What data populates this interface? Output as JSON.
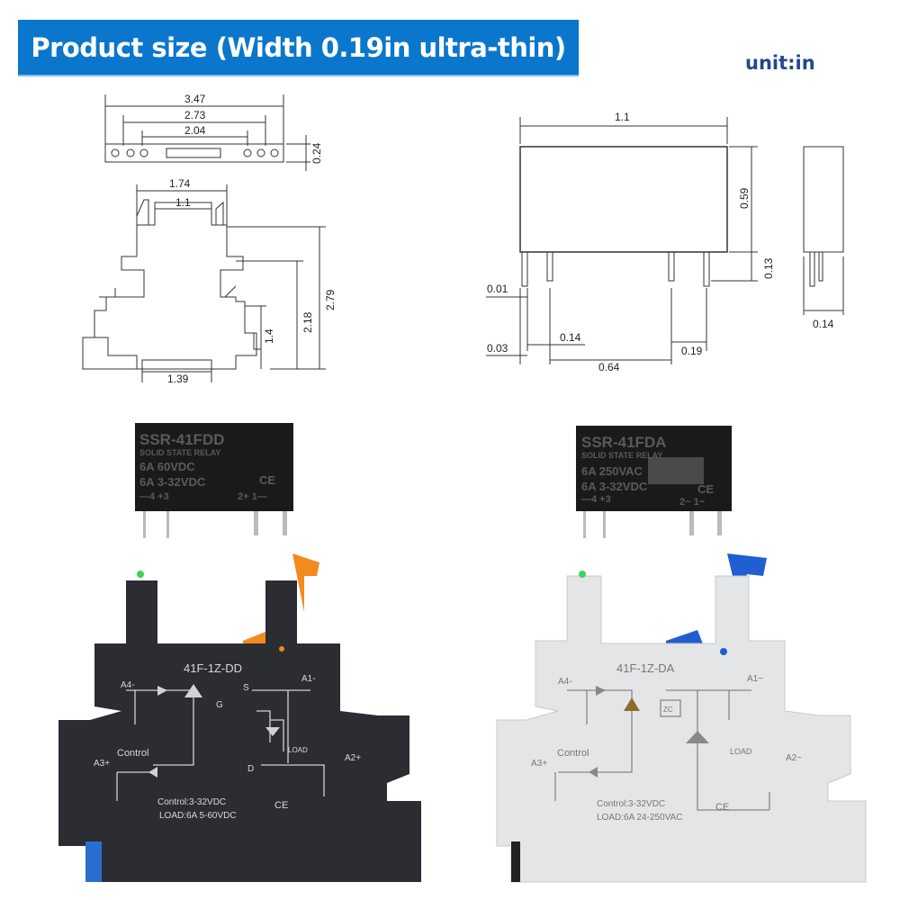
{
  "header": {
    "title": "Product size (Width 0.19in ultra-thin)",
    "unit": "unit:in"
  },
  "socket_drawing": {
    "d_347": "3.47",
    "d_273": "2.73",
    "d_204": "2.04",
    "d_024": "0.24",
    "d_174": "1.74",
    "d_11": "1.1",
    "d_279": "2.79",
    "d_218": "2.18",
    "d_14": "1.4",
    "d_139": "1.39"
  },
  "relay_drawing": {
    "d_11": "1.1",
    "d_059": "0.59",
    "d_013": "0.13",
    "d_001": "0.01",
    "d_003": "0.03",
    "d_014": "0.14",
    "d_064": "0.64",
    "d_019": "0.19",
    "d_side_014": "0.14"
  },
  "relay_dd": {
    "model": "SSR-41FDD",
    "type": "SOLID STATE RELAY",
    "line1": "6A  60VDC",
    "line2": "6A 3-32VDC",
    "pins_left": "—4 +3",
    "pins_right": "2+  1—",
    "ce": "CE"
  },
  "relay_da": {
    "model": "SSR-41FDA",
    "type": "SOLID STATE RELAY",
    "line1": "6A 250VAC",
    "line2": "6A 3-32VDC",
    "pins_left": "—4 +3",
    "pins_right": "2~  1~",
    "ce": "CE"
  },
  "socket_dd": {
    "model": "41F-1Z-DD",
    "a4": "A4-",
    "a3": "A3+",
    "a1": "A1-",
    "a2": "A2+",
    "s": "S",
    "g": "G",
    "d": "D",
    "control": "Control",
    "load": "LOAD",
    "spec1": "Control:3-32VDC",
    "spec2": "LOAD:6A 5-60VDC",
    "ce": "CE",
    "color": "#2b2d33",
    "latch_color": "#f28a1e"
  },
  "socket_da": {
    "model": "41F-1Z-DA",
    "a4": "A4-",
    "a3": "A3+",
    "a1": "A1~",
    "a2": "A2~",
    "zc": "ZC",
    "control": "Control",
    "load": "LOAD",
    "spec1": "Control:3-32VDC",
    "spec2": "LOAD:6A 24-250VAC",
    "ce": "CE",
    "color": "#e4e5e7",
    "latch_color": "#1f5fd0"
  }
}
